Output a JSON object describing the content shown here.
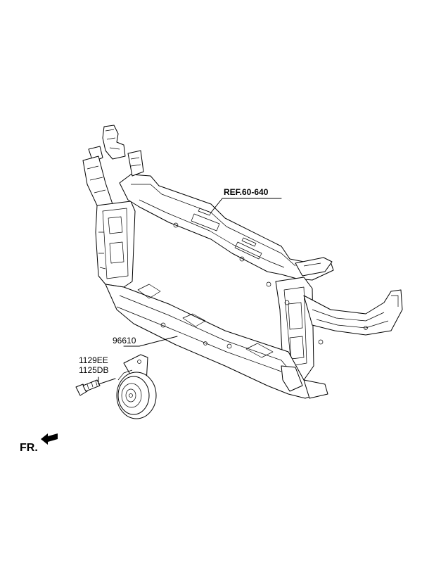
{
  "labels": {
    "reference": "REF.60-640",
    "horn_part": "96610",
    "bolt_part_1": "1129EE",
    "bolt_part_2": "1125DB",
    "front_indicator": "FR."
  },
  "colors": {
    "line": "#000000",
    "background": "#ffffff"
  },
  "icons": {
    "front_arrow": "arrow-icon"
  }
}
